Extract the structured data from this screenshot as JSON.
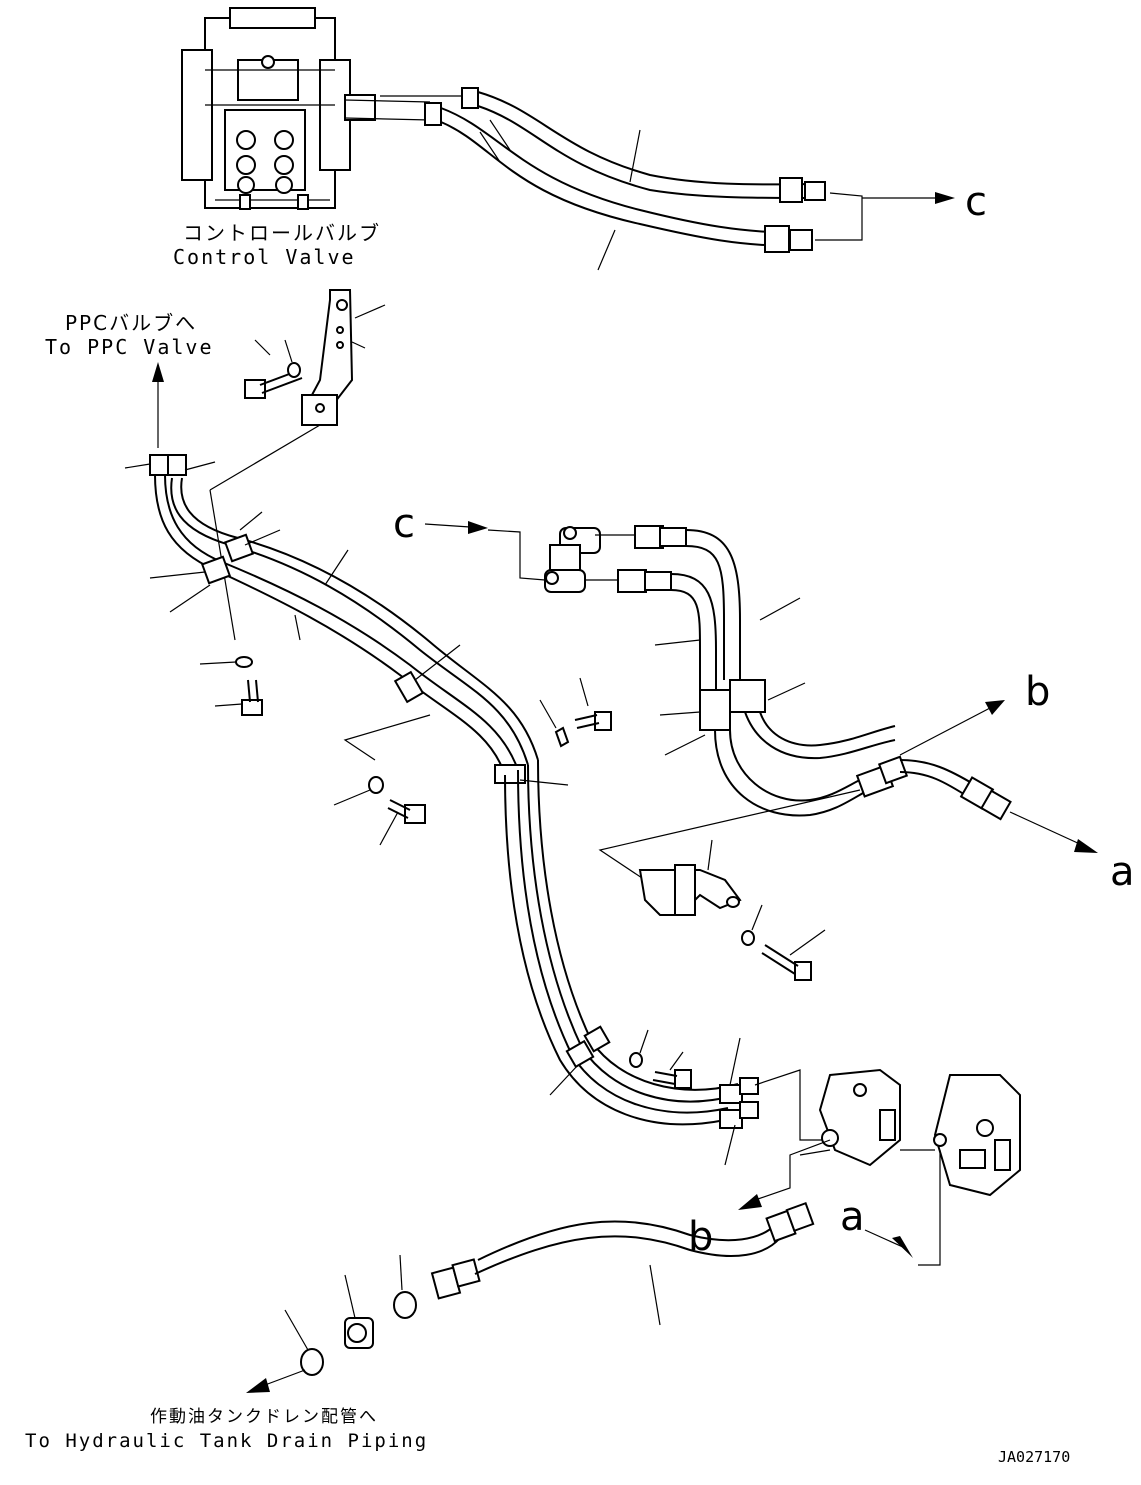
{
  "labels": {
    "control_valve_jp": "コントロールバルブ",
    "control_valve_en": "Control Valve",
    "ppc_valve_jp": "PPCバルブへ",
    "ppc_valve_en": "To PPC Valve",
    "tank_drain_jp": "作動油タンクドレン配管へ",
    "tank_drain_en": "To Hydraulic Tank Drain Piping",
    "drawing_number": "JA027170"
  },
  "connection_marks": {
    "c_top": "c",
    "c_mid": "c",
    "b_right": "b",
    "a_right": "a",
    "b_bottom": "b",
    "a_bottom": "a"
  },
  "colors": {
    "line": "#000000",
    "background": "#ffffff"
  }
}
